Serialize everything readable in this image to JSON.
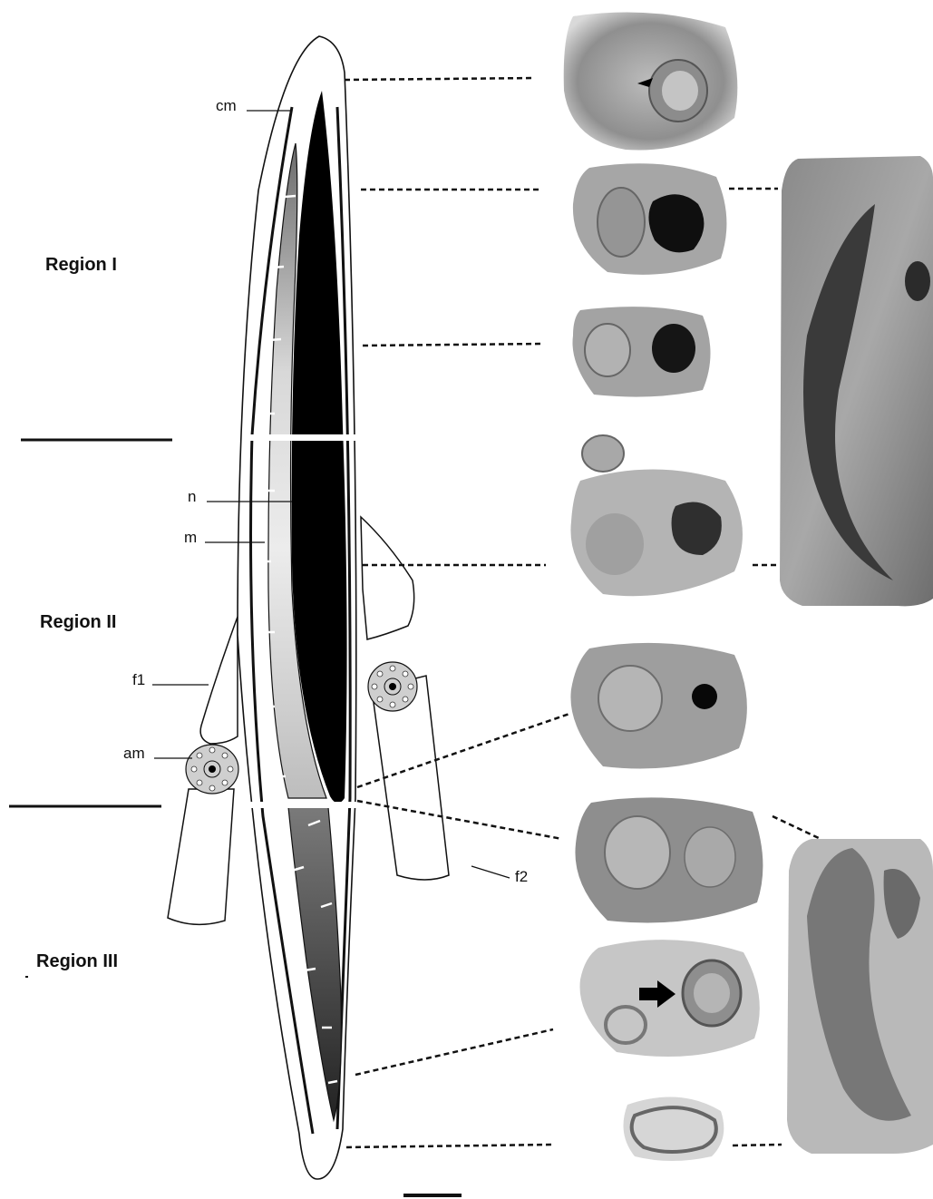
{
  "regions": [
    {
      "label": "Region I"
    },
    {
      "label": "Region II"
    },
    {
      "label": "Region III"
    }
  ],
  "structure_labels": {
    "cm": "cm",
    "n": "n",
    "m": "m",
    "f1": "f1",
    "am": "am",
    "f2": "f2"
  },
  "colors": {
    "nucleus": "#000000",
    "outline": "#111111",
    "dashed_leader": "#111111",
    "micrograph_base": "#9a9a9a",
    "micrograph_dark": "#2a2a2a"
  }
}
